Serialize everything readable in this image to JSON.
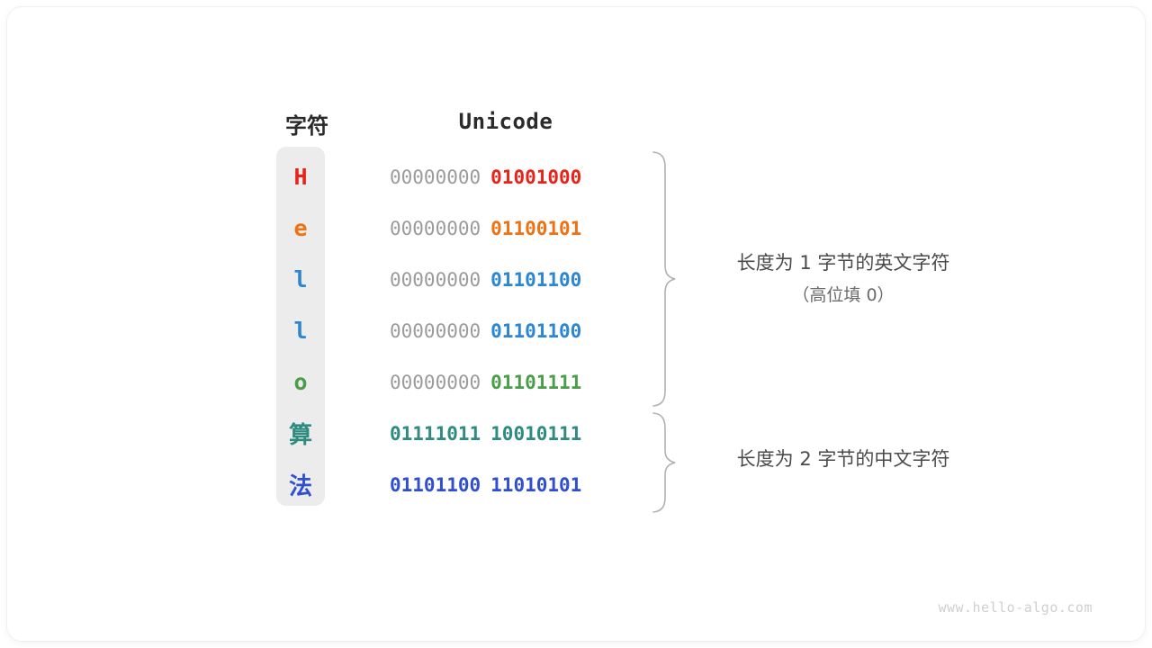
{
  "watermark": "www.hello-algo.com",
  "headers": {
    "character": "字符",
    "unicode": "Unicode"
  },
  "colors": {
    "panel_bg": "#ececec",
    "high_byte": "#9b9b9b",
    "text": "#2b2b2b",
    "annotation": "#4a4a4a",
    "brace": "#b0b0b0",
    "watermark": "#cfcfcf"
  },
  "rows": [
    {
      "char": "H",
      "color": "#e8231a",
      "high_byte": "00000000",
      "low_byte": "01001000",
      "high_dim": true,
      "cjk": false
    },
    {
      "char": "e",
      "color": "#ee7214",
      "high_byte": "00000000",
      "low_byte": "01100101",
      "high_dim": true,
      "cjk": false
    },
    {
      "char": "l",
      "color": "#2b86d4",
      "high_byte": "00000000",
      "low_byte": "01101100",
      "high_dim": true,
      "cjk": false
    },
    {
      "char": "l",
      "color": "#2b86d4",
      "high_byte": "00000000",
      "low_byte": "01101100",
      "high_dim": true,
      "cjk": false
    },
    {
      "char": "o",
      "color": "#4a9e49",
      "high_byte": "00000000",
      "low_byte": "01101111",
      "high_dim": true,
      "cjk": false
    },
    {
      "char": "算",
      "color": "#2e8b7f",
      "high_byte": "01111011",
      "low_byte": "10010111",
      "high_dim": false,
      "cjk": true
    },
    {
      "char": "法",
      "color": "#2f4fcd",
      "high_byte": "01101100",
      "low_byte": "11010101",
      "high_dim": false,
      "cjk": true
    }
  ],
  "annotations": {
    "group1_main": "长度为 1 字节的英文字符",
    "group1_sub": "（高位填 0）",
    "group2_main": "长度为 2 字节的中文字符"
  }
}
